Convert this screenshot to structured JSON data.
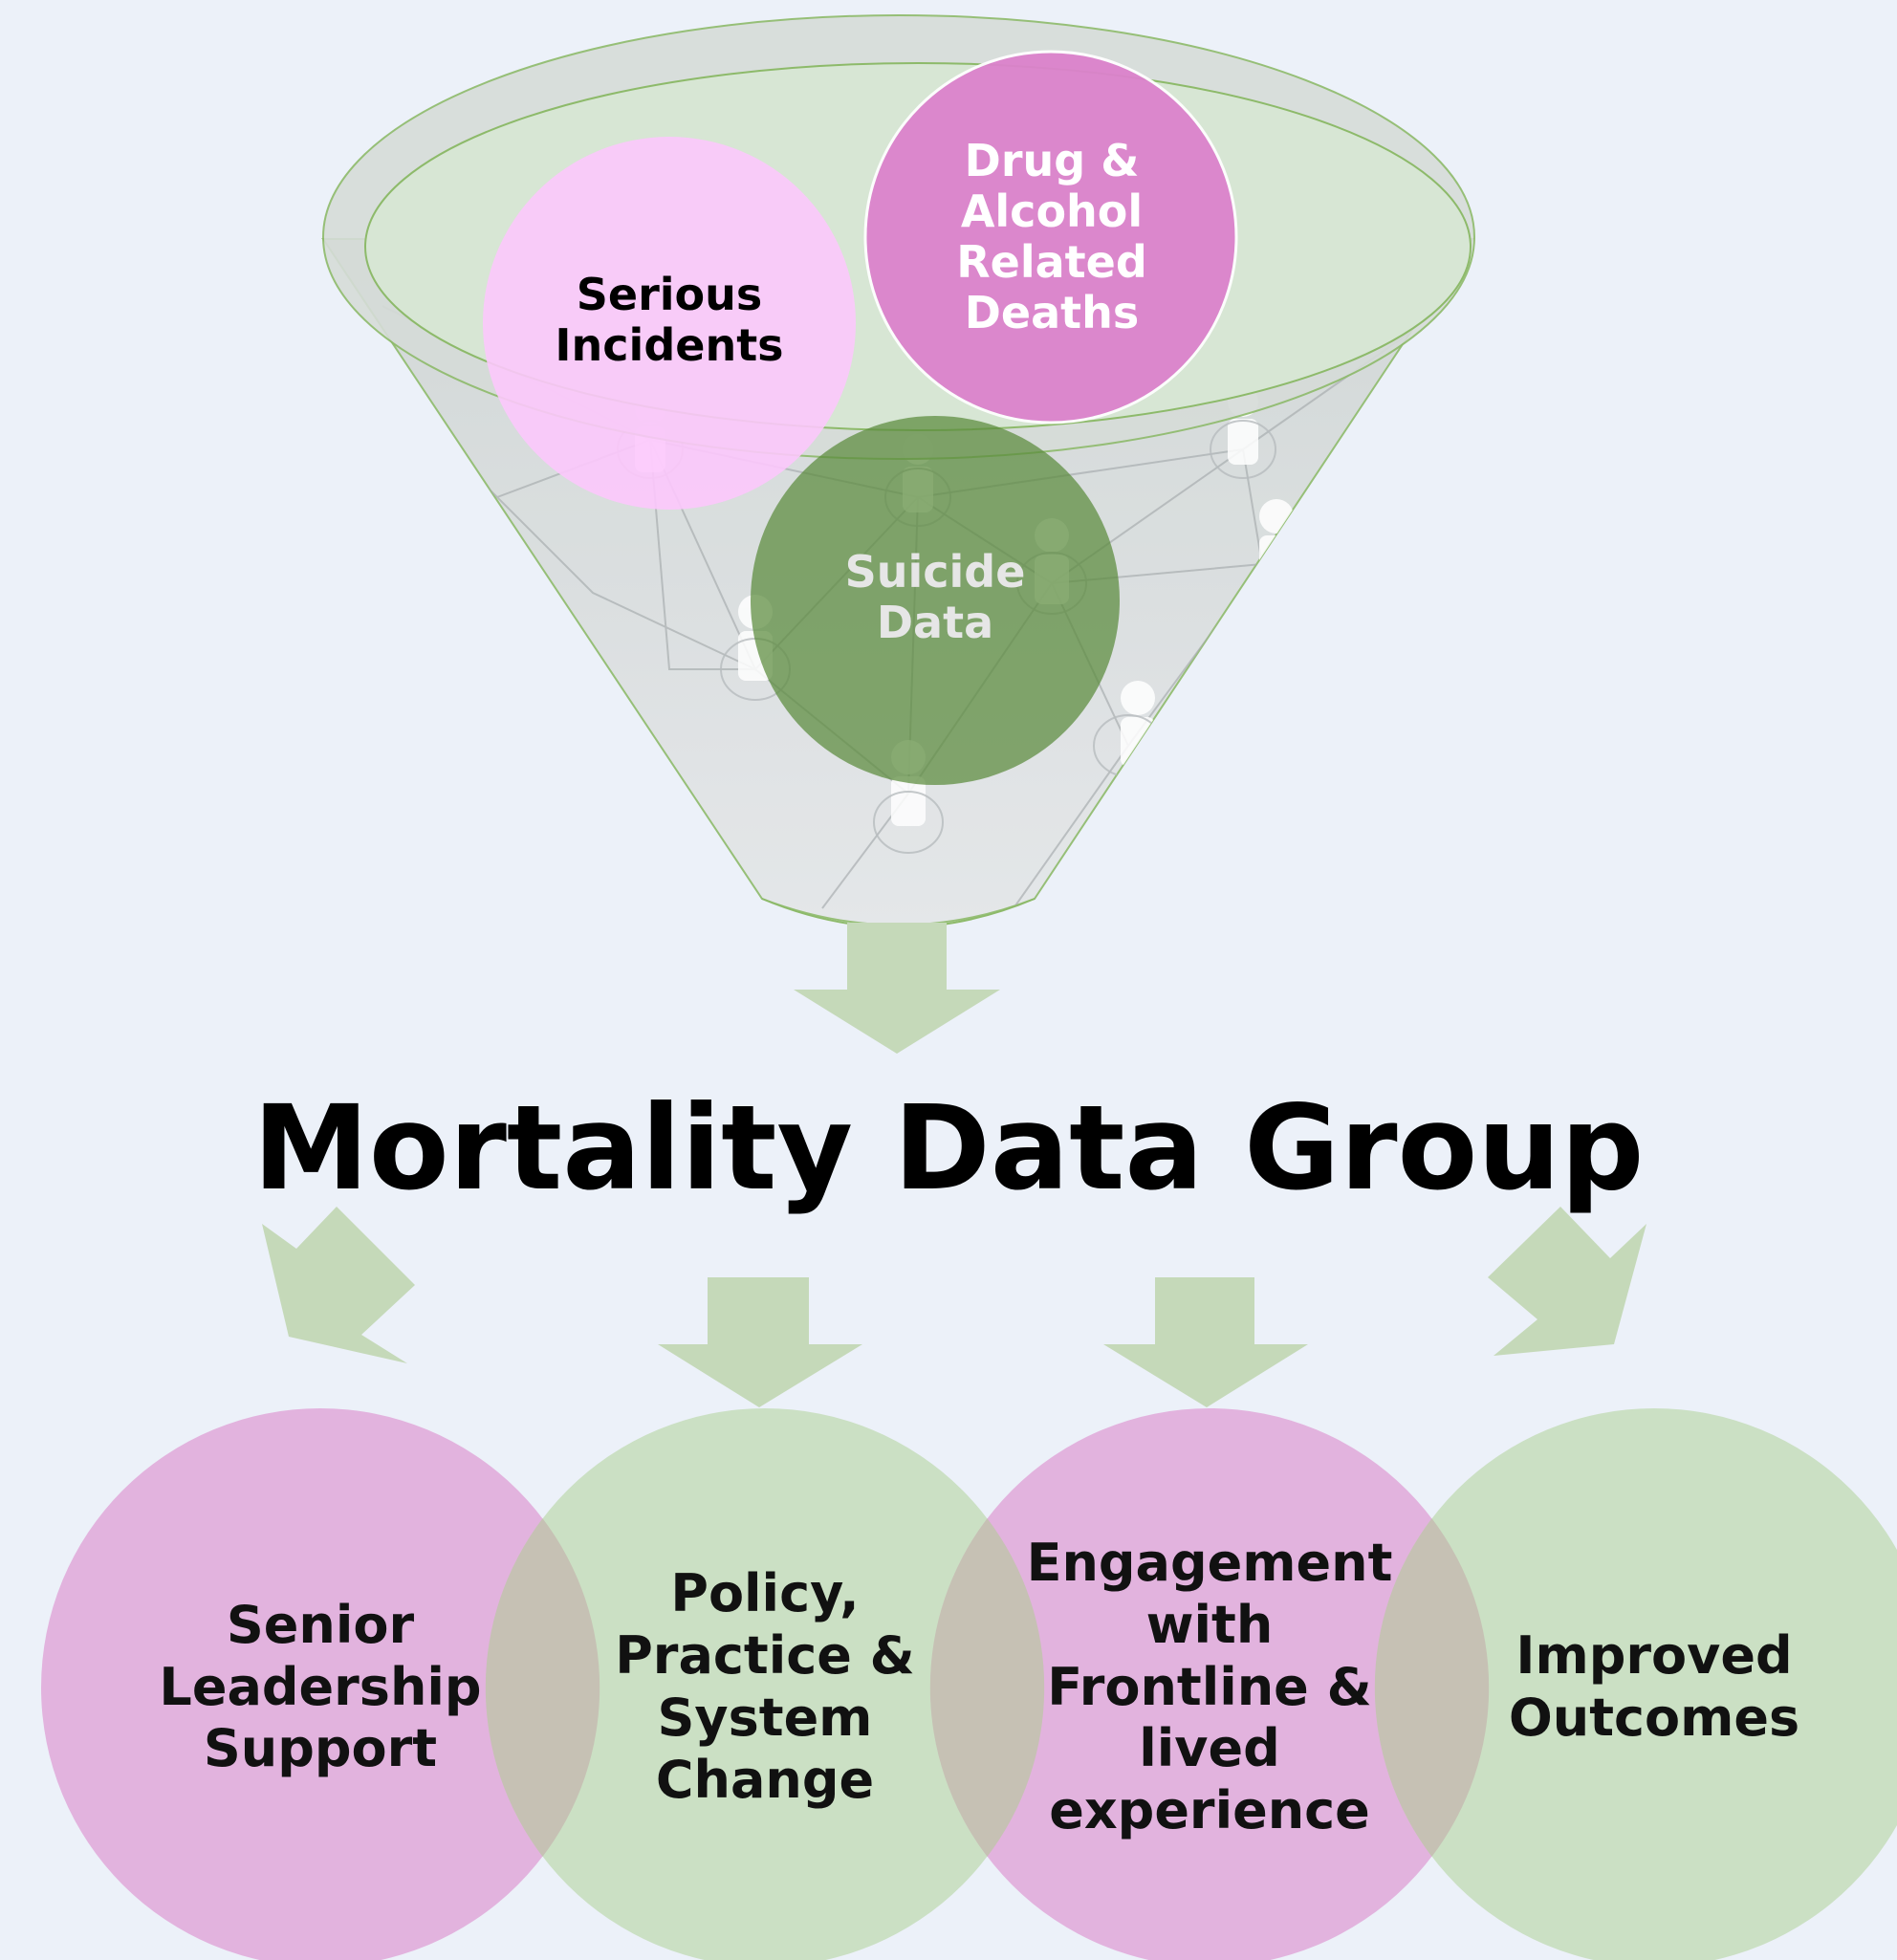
{
  "funnel": {
    "circles": [
      {
        "label": "Serious\nIncidents",
        "fill": "#fcc8fc",
        "text_color": "#000000"
      },
      {
        "label": "Drug &\nAlcohol\nRelated\nDeaths",
        "fill": "#dc82cc",
        "text_color": "#ffffff"
      },
      {
        "label": "Suicide\nData",
        "fill": "#5a8a3c",
        "text_color": "#e6e6e6"
      }
    ]
  },
  "title": "Mortality Data Group",
  "outcomes": [
    {
      "label": "Senior\nLeadership\nSupport",
      "fill": "#e2b3de"
    },
    {
      "label": "Policy,\nPractice &\nSystem\nChange",
      "fill": "#cbe0c4"
    },
    {
      "label": "Engagement\nwith\nFrontline &\nlived\nexperience",
      "fill": "#e2b3de"
    },
    {
      "label": "Improved\nOutcomes",
      "fill": "#cbe0c4"
    }
  ],
  "colors": {
    "background": "#ecf1f9",
    "arrow": "#c5d9b9",
    "funnel_outline": "#8dba6a",
    "funnel_top": "#d7e6d4",
    "overlap": "#c6c1b4"
  }
}
